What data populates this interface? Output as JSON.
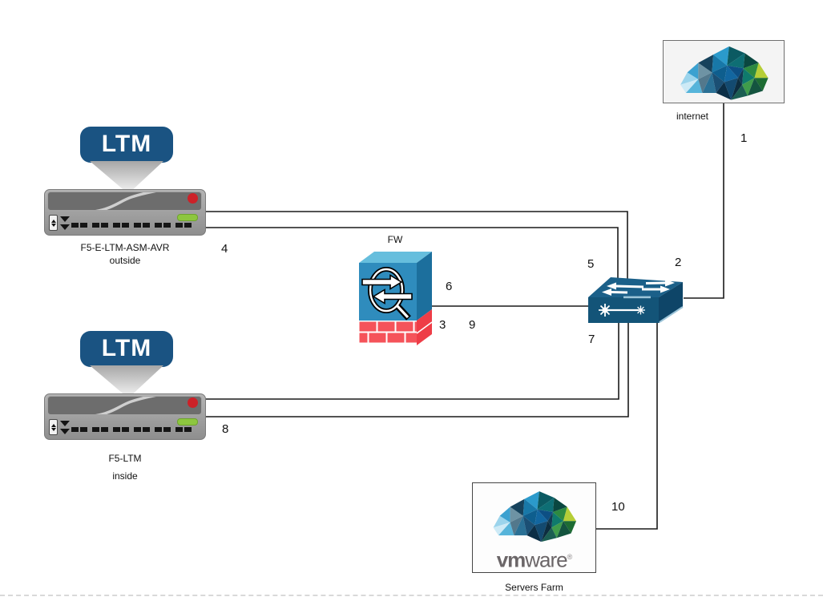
{
  "nodes": {
    "internet": {
      "label": "internet"
    },
    "f5_outside": {
      "badge": "LTM",
      "name": "F5-E-LTM-ASM-AVR",
      "zone": "outside"
    },
    "f5_inside": {
      "badge": "LTM",
      "name": "F5-LTM",
      "zone": "inside"
    },
    "firewall": {
      "label": "FW"
    },
    "servers_farm": {
      "label": "Servers Farm",
      "brand_bold": "vm",
      "brand_light": "ware",
      "brand_mark": "®"
    }
  },
  "link_labels": {
    "n1": "1",
    "n2": "2",
    "n3": "3",
    "n4": "4",
    "n5": "5",
    "n6": "6",
    "n7": "7",
    "n8": "8",
    "n9": "9",
    "n10": "10"
  },
  "colors": {
    "f5_badge_blue": "#1a5382",
    "firewall_blue": "#2f8cbd",
    "brick_red": "#f5535a",
    "switch_blue": "#135478",
    "led_green": "#8dc63f",
    "led_red": "#cc2128",
    "vmware_gray": "#6b6668",
    "line": "#1a1a1a"
  }
}
